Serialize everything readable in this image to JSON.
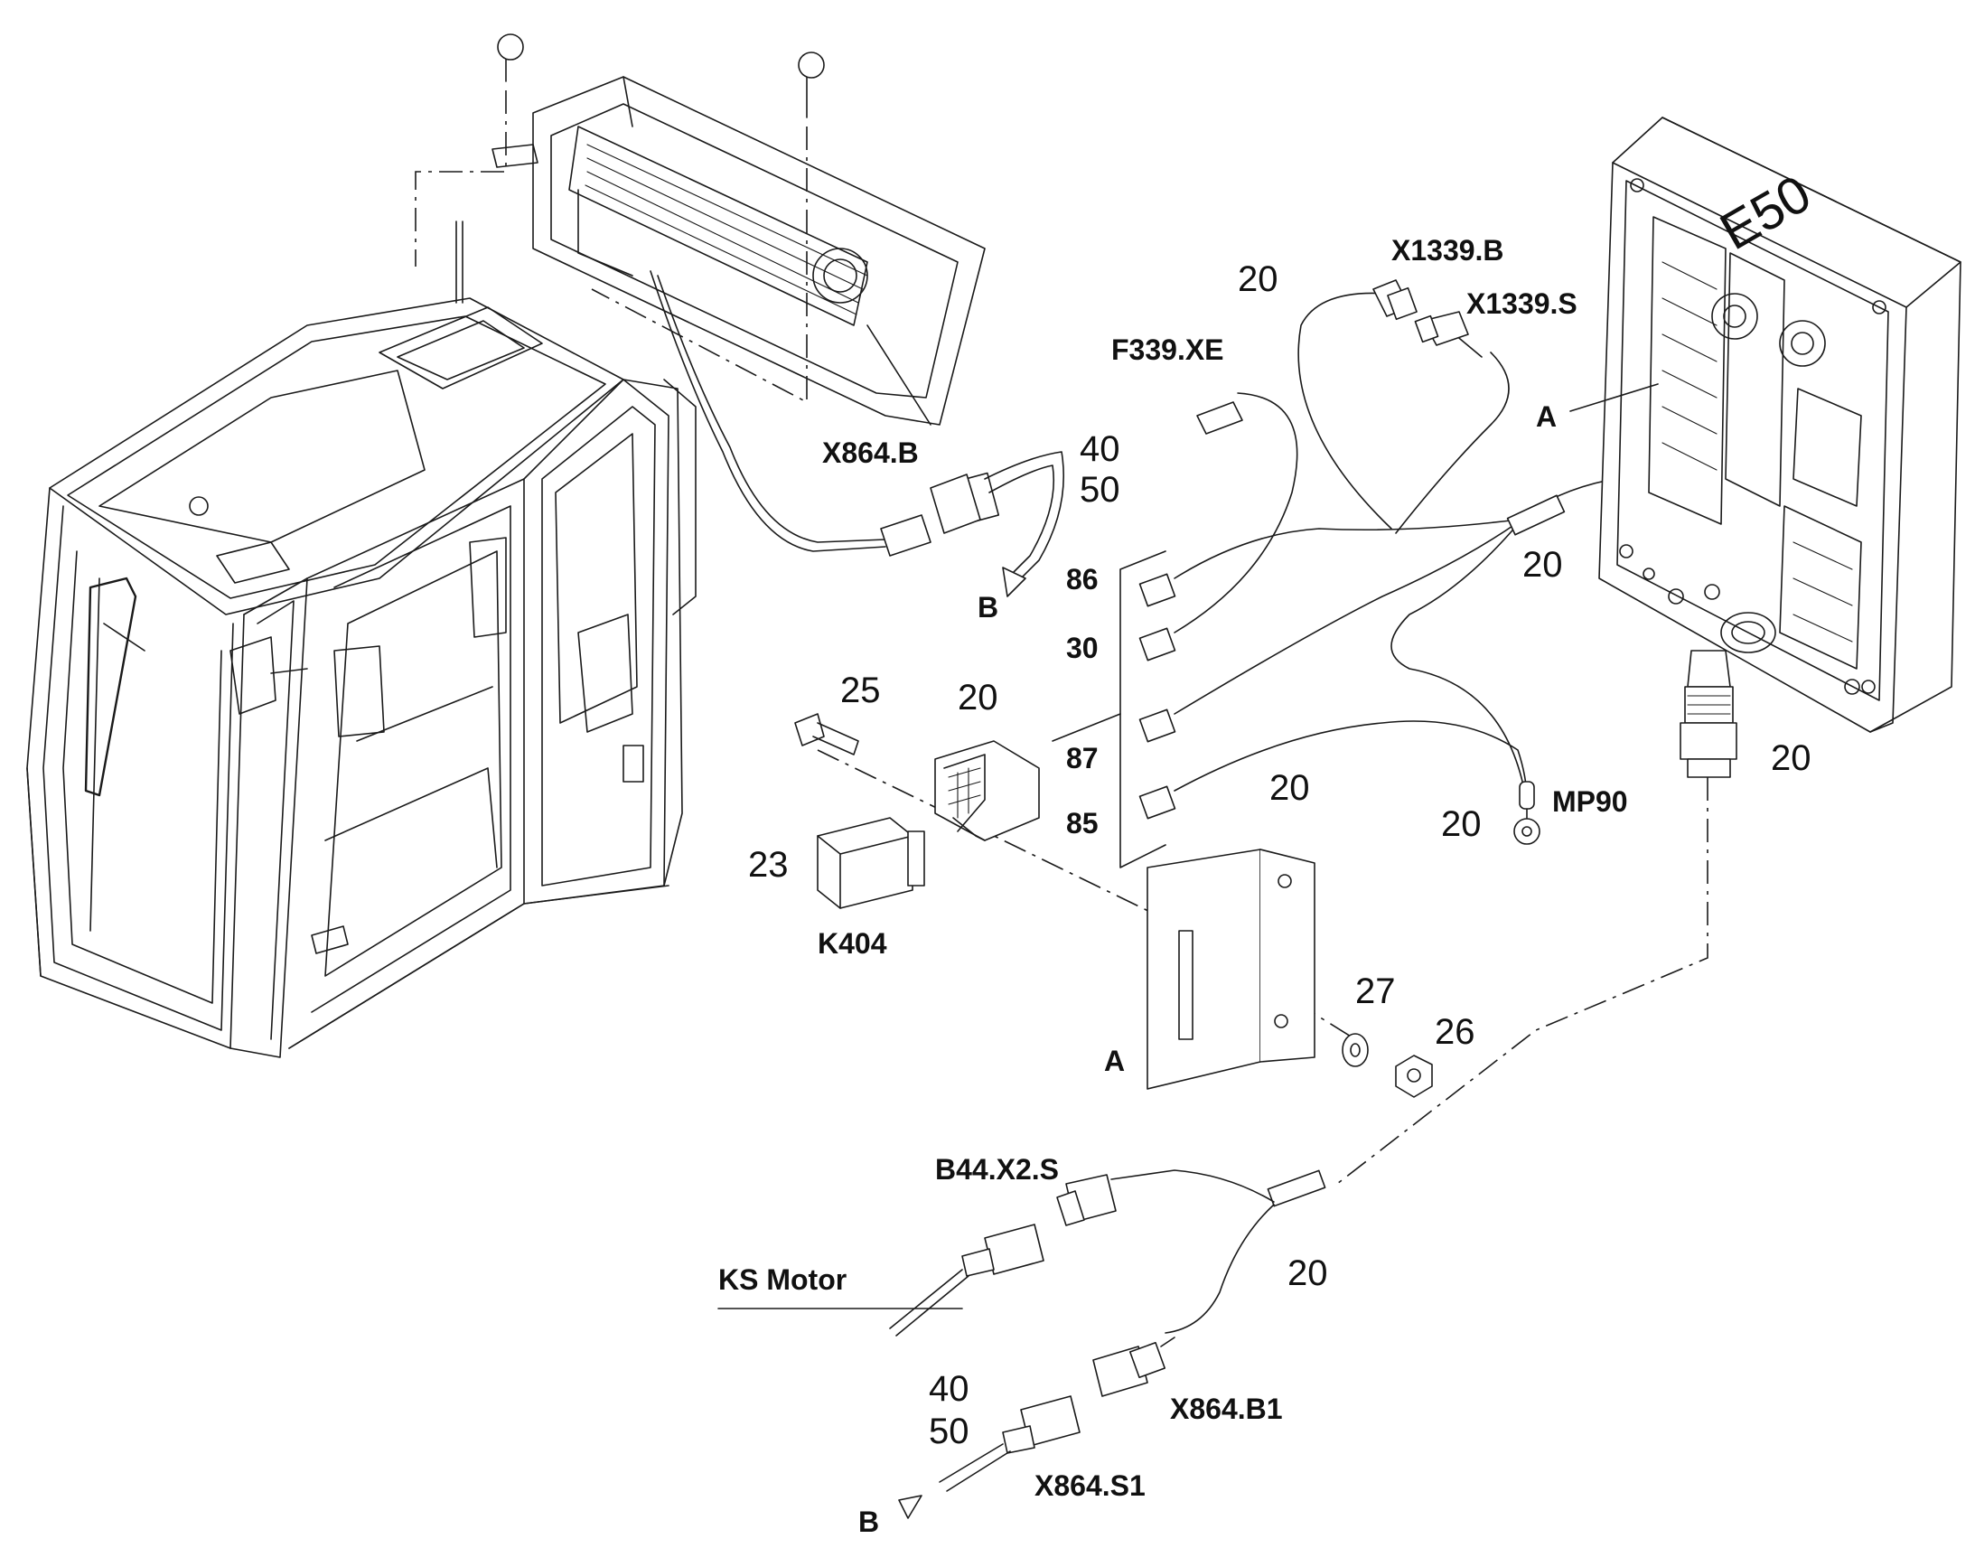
{
  "labels": {
    "x1339b": "X1339.B",
    "x1339s": "X1339.S",
    "f339xe": "F339.XE",
    "x864b": "X864.B",
    "b_top": "B",
    "a_right": "A",
    "a_bracket": "A",
    "mp90": "MP90",
    "k404": "K404",
    "b44x2s": "B44.X2.S",
    "ks_motor": "KS Motor",
    "x864b1": "X864.B1",
    "x864s1": "X864.S1",
    "b_bottom": "B",
    "e50": "E50"
  },
  "pins": {
    "p86": "86",
    "p30": "30",
    "p87": "87",
    "p85": "85"
  },
  "callouts": {
    "c20_x1339": "20",
    "c40_top": "40",
    "c50_top": "50",
    "c20_harness": "20",
    "c25": "25",
    "c20_relaybase": "20",
    "c23": "23",
    "c20_pins": "20",
    "c20_mp90": "20",
    "c20_gland": "20",
    "c27": "27",
    "c26": "26",
    "c20_lower": "20",
    "c40_bottom": "40",
    "c50_bottom": "50"
  }
}
